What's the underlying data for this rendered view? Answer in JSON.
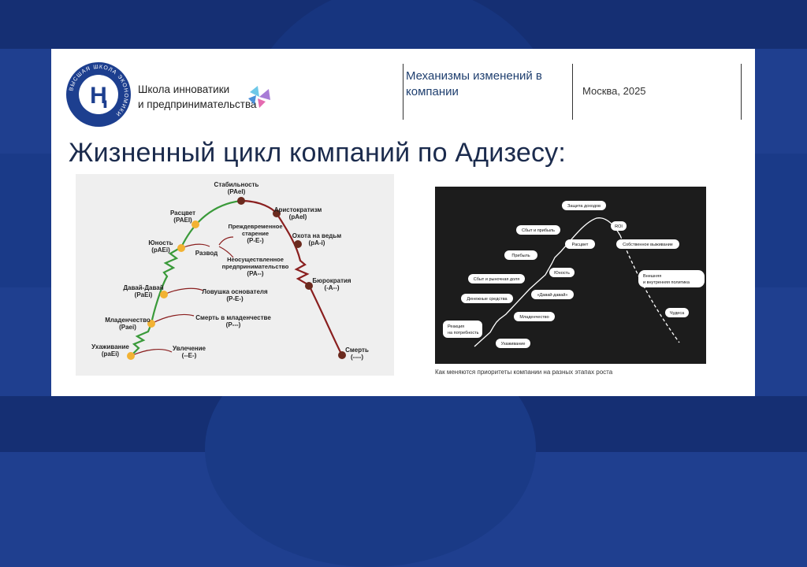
{
  "header": {
    "school_line1": "Школа инноватики",
    "school_line2": "и предпринимательства",
    "logo_ring_text": "ВЫСШАЯ ШКОЛА ЭКОНОМИКИ",
    "topic": "Механизмы изменений в компании",
    "city_year": "Москва, 2025"
  },
  "title": "Жизненный цикл компаний по Адизесу:",
  "left_diagram": {
    "stages": [
      {
        "name": "Ухаживание",
        "code": "(paEi)"
      },
      {
        "name": "Младенчество",
        "code": "(Paei)"
      },
      {
        "name": "Давай-Давай",
        "code": "(PaEi)"
      },
      {
        "name": "Юность",
        "code": "(pAEi)"
      },
      {
        "name": "Расцвет",
        "code": "(PAEI)"
      },
      {
        "name": "Стабильность",
        "code": "(PAeI)"
      },
      {
        "name": "Аристократизм",
        "code": "(pAeI)"
      },
      {
        "name": "Охота на ведьм",
        "code": "(pA-i)"
      },
      {
        "name": "Бюрократия",
        "code": "(-A--)"
      },
      {
        "name": "Смерть",
        "code": "(----)"
      }
    ],
    "traps": [
      {
        "name": "Увлечение",
        "code": "(--E-)"
      },
      {
        "name": "Смерть в младенчестве",
        "code": "(P---)"
      },
      {
        "name": "Ловушка основателя",
        "code": "(P-E-)"
      },
      {
        "name": "Развод",
        "code": ""
      },
      {
        "name": "Преждевременное старение",
        "code": "(P-E-)"
      },
      {
        "name": "Неосуществленное предпринимательство",
        "code": "(PA--)"
      }
    ]
  },
  "right_diagram": {
    "labels": [
      "Защита доходов",
      "Сбыт и прибыль",
      "ROI",
      "Прибыль",
      "Расцвет",
      "Собственное выживание",
      "Юность",
      "Сбыт и рыночная доля",
      "Внешняя и внутренняя политика",
      "«Давай-давай»",
      "Денежные средства",
      "Младенчество",
      "Чудеса",
      "Реакция на потребность",
      "Ухаживание"
    ],
    "caption": "Как меняются приоритеты компании на разных этапах роста"
  },
  "colors": {
    "background": "#1f3f8f",
    "title": "#1b2b4d",
    "curve_green": "#3a9a3a",
    "curve_red": "#8a1f1f",
    "dot_yellow": "#f2b233",
    "dot_brown": "#6b2a1e"
  }
}
